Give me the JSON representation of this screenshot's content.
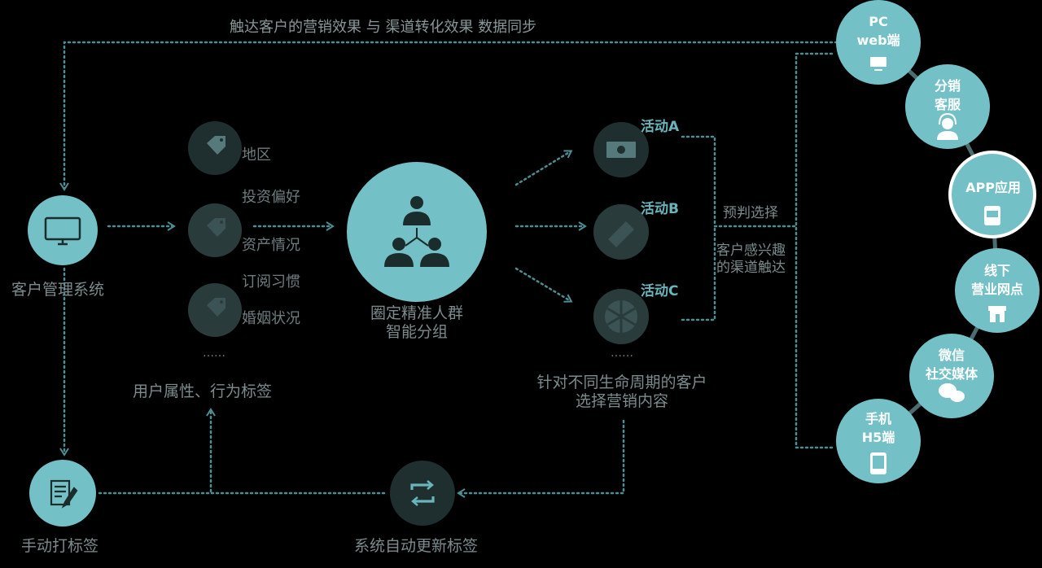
{
  "title": "触达客户的营销效果 与 渠道转化效果 数据同步",
  "colors": {
    "teal": "#73c1c6",
    "dark_node": "#1f2e2e",
    "line": "#4c8e93",
    "bg": "#000000"
  },
  "nodes": {
    "crm": {
      "label": "客户管理系统",
      "icon": "monitor-icon"
    },
    "manual_tag": {
      "label": "手动打标签",
      "icon": "edit-document-icon"
    },
    "auto_tag": {
      "label": "系统自动更新标签",
      "icon": "refresh-icon"
    },
    "segment": {
      "label_line1": "圈定精准人群",
      "label_line2": "智能分组",
      "icon": "group-icon"
    }
  },
  "tags": {
    "items": [
      "地区",
      "投资偏好",
      "资产情况",
      "订阅习惯",
      "婚姻状况"
    ],
    "ellipsis": "……",
    "caption": "用户属性、行为标签"
  },
  "activities": {
    "items": [
      {
        "label": "活动A",
        "icon": "money-icon"
      },
      {
        "label": "活动B",
        "icon": "ticket-icon"
      },
      {
        "label": "活动C",
        "icon": "disc-icon"
      }
    ],
    "ellipsis": "……",
    "caption_line1": "针对不同生命周期的客户",
    "caption_line2": "选择营销内容"
  },
  "side": {
    "predict": "预判选择",
    "interest_line1": "客户感兴趣",
    "interest_line2": "的渠道触达"
  },
  "channels": [
    {
      "line1": "PC",
      "line2": "web端",
      "icon": "monitor-icon"
    },
    {
      "line1": "分销",
      "line2": "客服",
      "icon": "headset-icon"
    },
    {
      "line1": "APP应用",
      "line2": "",
      "icon": "app-icon"
    },
    {
      "line1": "线下",
      "line2": "营业网点",
      "icon": "store-icon"
    },
    {
      "line1": "微信",
      "line2": "社交媒体",
      "icon": "wechat-icon"
    },
    {
      "line1": "手机",
      "line2": "H5端",
      "icon": "phone-icon"
    }
  ]
}
